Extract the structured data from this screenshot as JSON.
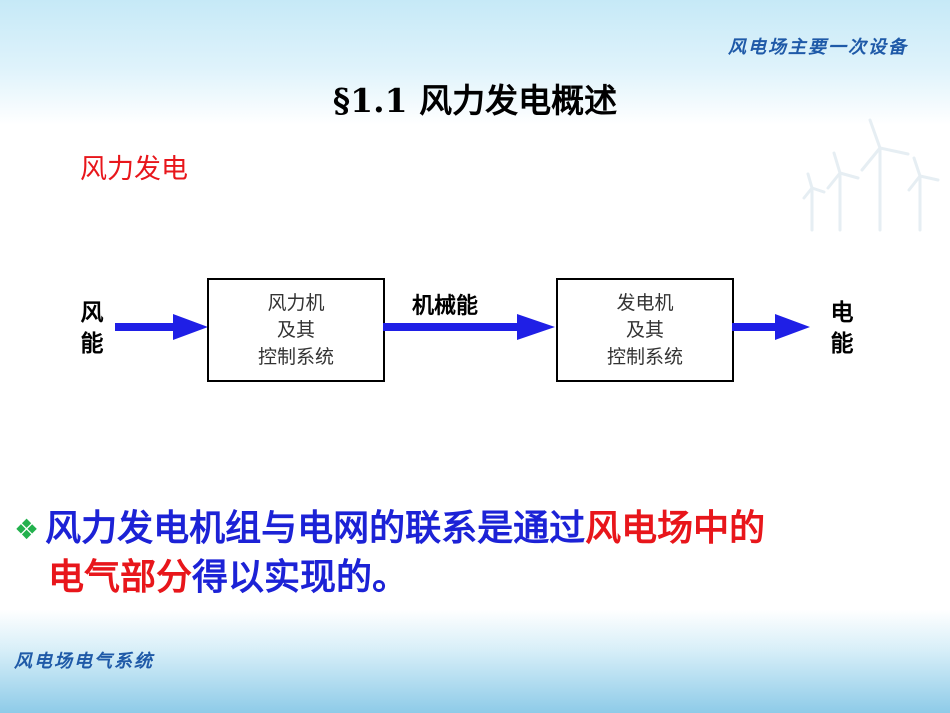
{
  "header": {
    "tag": "风电场主要一次设备"
  },
  "title": "§1.1  风力发电概述",
  "subtitle": "风力发电",
  "diagram": {
    "input_label_1": "风",
    "input_label_2": "能",
    "box1": {
      "line1": "风力机",
      "line2": "及其",
      "line3": "控制系统"
    },
    "middle_label": "机械能",
    "box2": {
      "line1": "发电机",
      "line2": "及其",
      "line3": "控制系统"
    },
    "output_label_1": "电",
    "output_label_2": "能",
    "arrow_color": "#1f1fe6"
  },
  "bullet": {
    "symbol": "❖",
    "part1": "风力发电机组与电网的联系是通过",
    "part2": "风电场中的",
    "part3": "电气部分",
    "part4": "得以实现的。"
  },
  "footer": {
    "tag": "风电场电气系统"
  },
  "colors": {
    "accent_blue": "#1c22d6",
    "accent_red": "#e8161b",
    "bullet_green": "#23b14d"
  }
}
